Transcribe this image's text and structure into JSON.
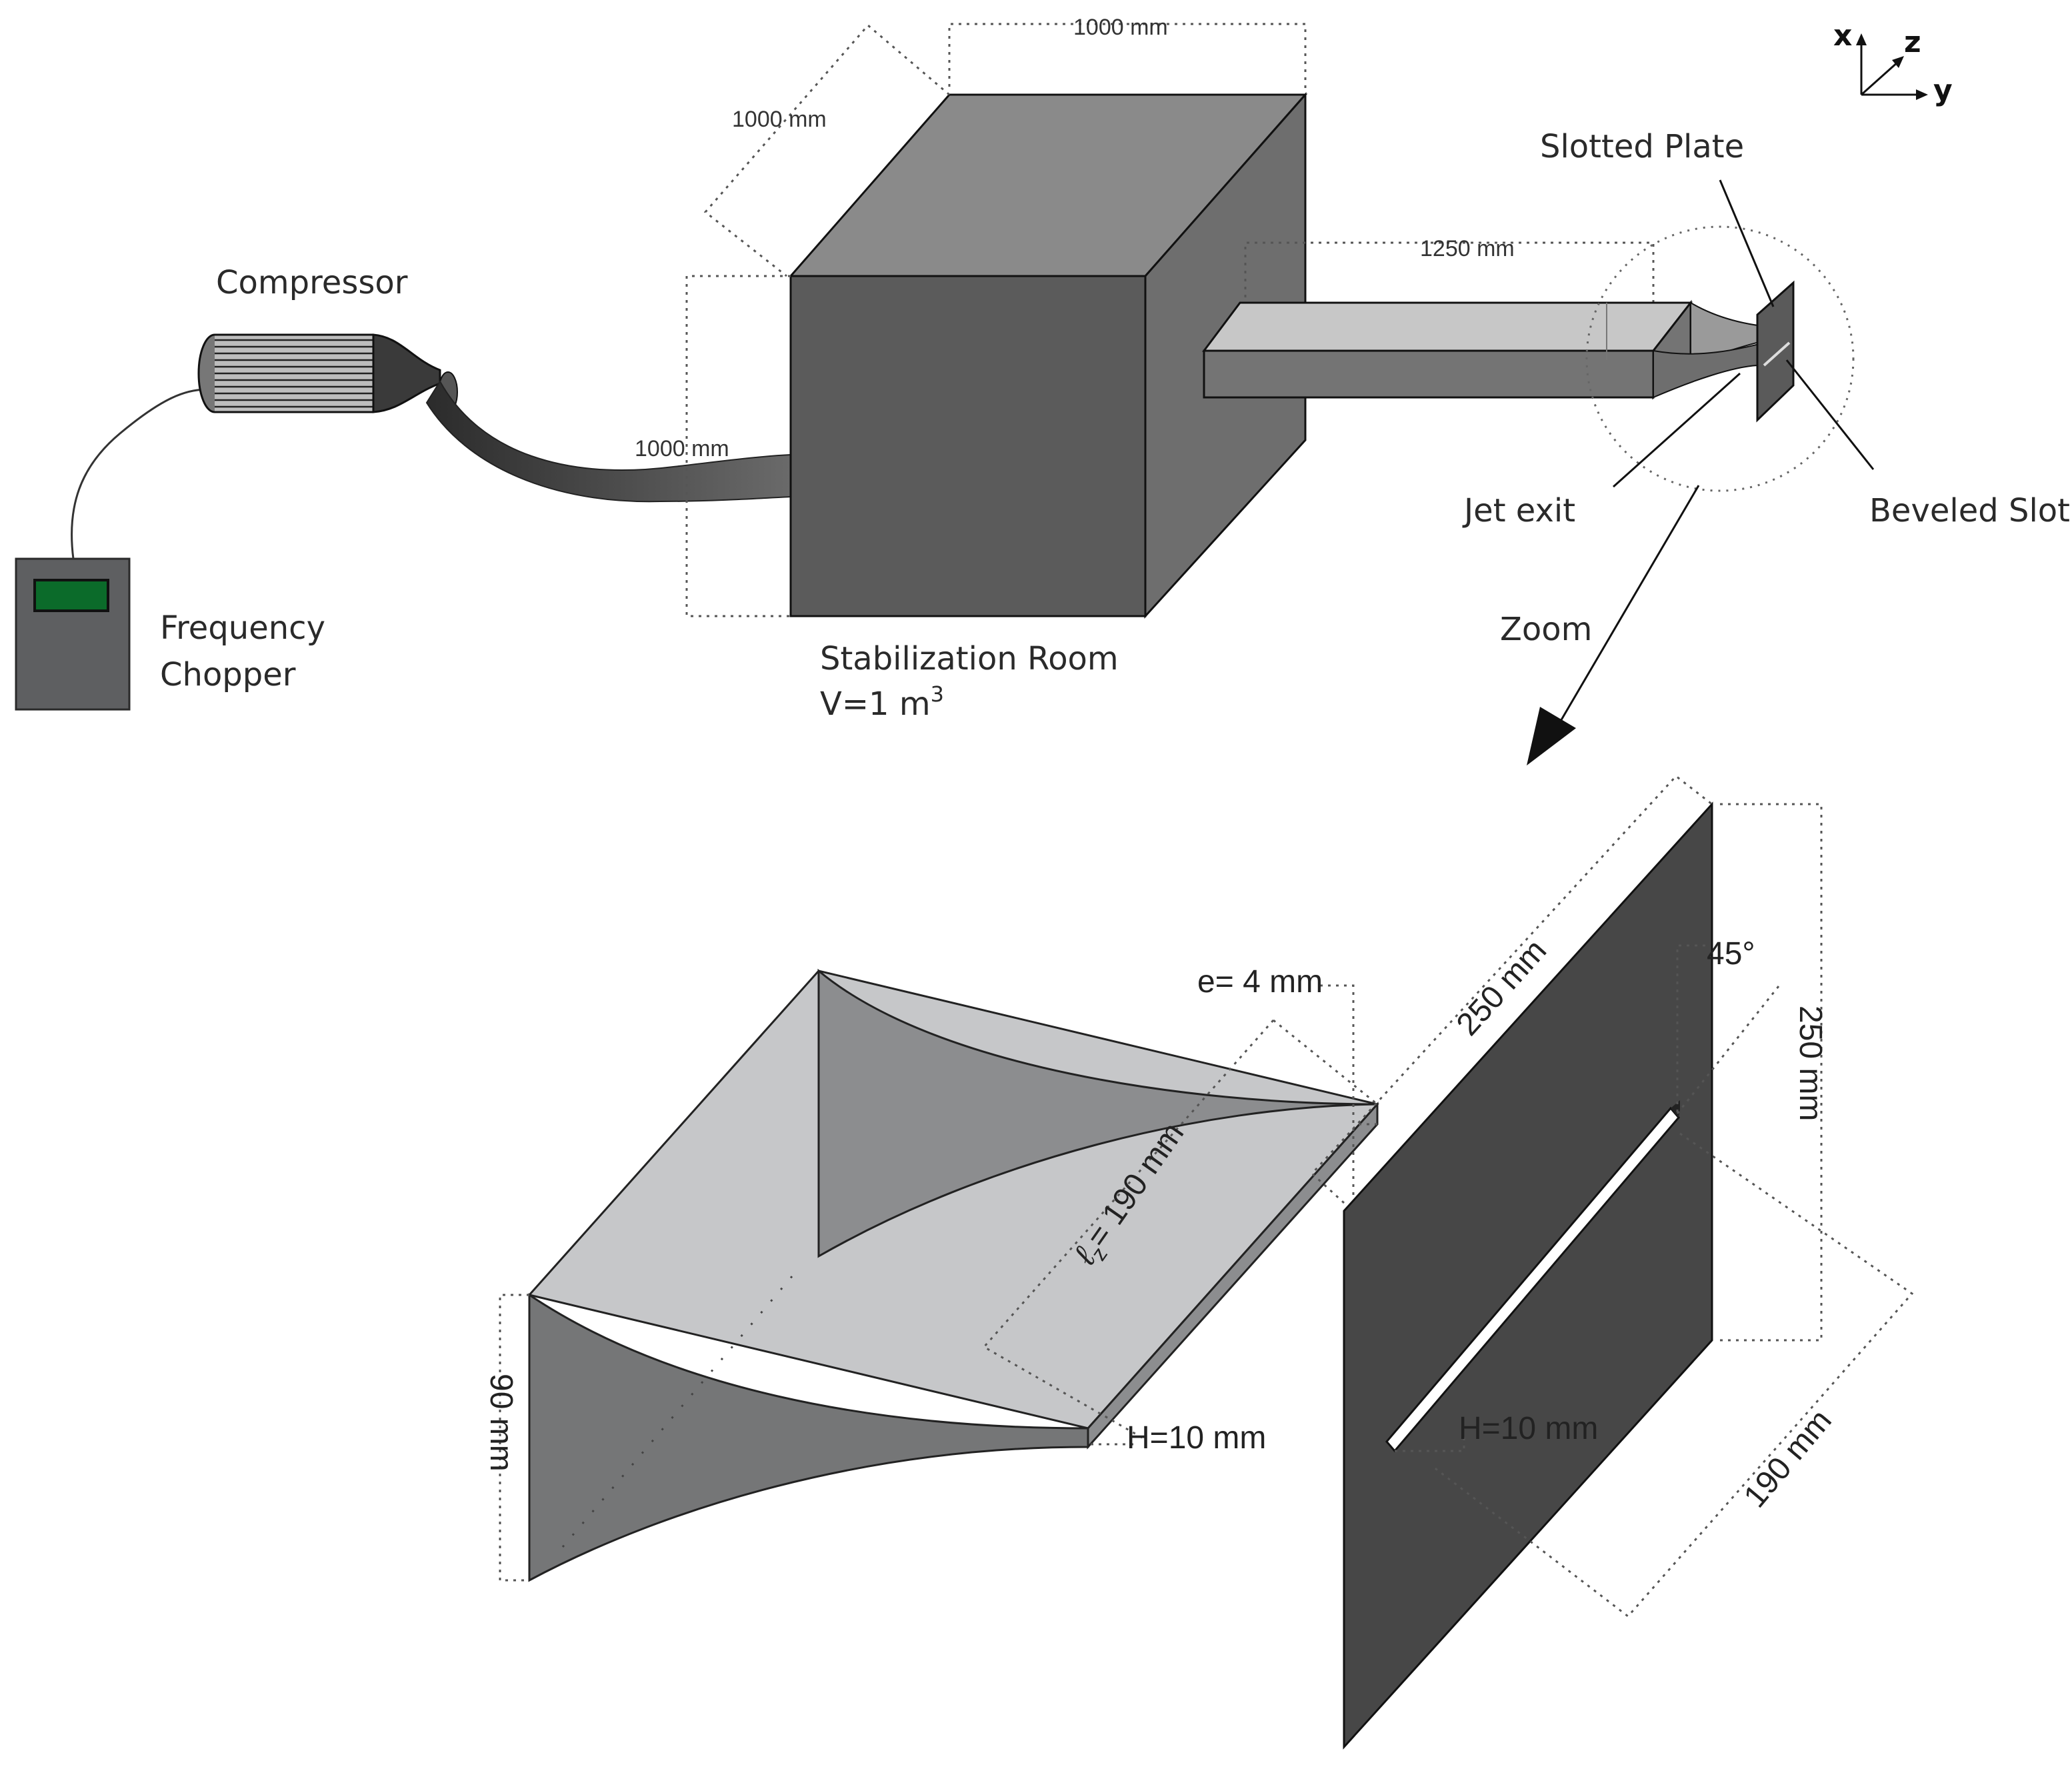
{
  "labels": {
    "compressor": "Compressor",
    "frequency": "Frequency",
    "chopper": "Chopper",
    "stabilization_room": "Stabilization Room",
    "volume_prefix": "V=1 m",
    "volume_sup": "3",
    "slotted_plate": "Slotted Plate",
    "jet_exit": "Jet exit",
    "beveled_slot": "Beveled Slot",
    "zoom": "Zoom"
  },
  "axes": {
    "x": "x",
    "z": "z",
    "y": "y"
  },
  "dimensions_top": {
    "room_width": "1000 mm",
    "room_depth": "1000 mm",
    "room_height": "1000 mm",
    "duct_length": "1250 mm"
  },
  "dimensions_zoom": {
    "thickness": "e= 4 mm",
    "nozzle_length_symbol": "ℓ",
    "nozzle_length_sub": "z",
    "nozzle_length_value": "= 190 mm",
    "inlet_height": "90 mm",
    "nozzle_exit_height": "H=10 mm",
    "plate_side": "250 mm",
    "plate_height": "250 mm",
    "bevel_angle": "45°",
    "slot_height": "H=10 mm",
    "slot_length": "190 mm"
  },
  "colors": {
    "display_green": "#0b6b2a",
    "box_front": "#5b5b5b",
    "box_top": "#8a8a8a",
    "box_side": "#6e6e6e",
    "plate": "#474747",
    "nozzle_light": "#c6c7c9",
    "nozzle_dark": "#757677"
  }
}
